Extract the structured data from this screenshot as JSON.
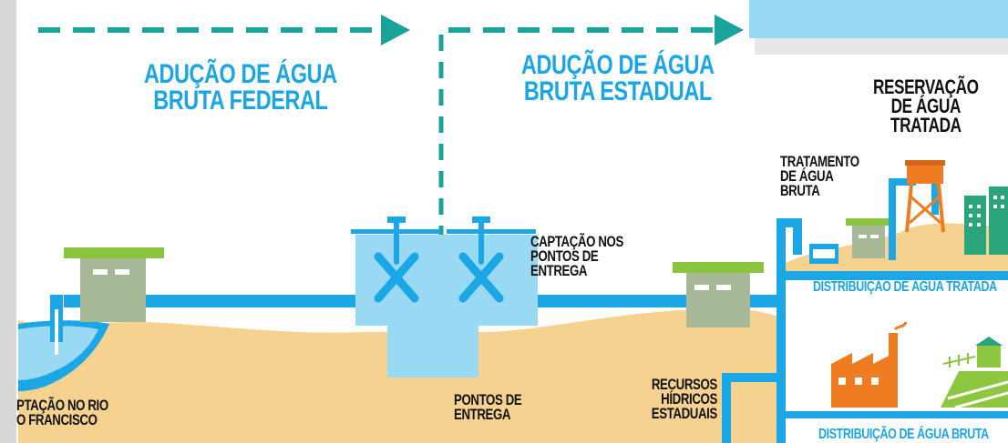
{
  "sections": {
    "federal": [
      "ADUÇÃO DE ÁGUA",
      "BRUTA FEDERAL"
    ],
    "estadual": [
      "ADUÇÃO DE ÁGUA",
      "BRUTA ESTADUAL"
    ],
    "reservacao": [
      "RESERVAÇÃO",
      "DE ÁGUA",
      "TRATADA"
    ]
  },
  "labels": {
    "tratamento": [
      "TRATAMENTO",
      "DE ÁGUA",
      "BRUTA"
    ],
    "captacao_pontos": [
      "CAPTAÇÃO NOS",
      "PONTOS DE",
      "ENTREGA"
    ],
    "distribuicao_tratada": "DISTRIBUIÇÃO DE ÁGUA TRATADA",
    "distribuicao_bruta": "DISTRIBUIÇÃO DE ÁGUA BRUTA",
    "recursos": [
      "RECURSOS",
      "HÍDRICOS",
      "ESTADUAIS"
    ],
    "pontos_entrega": [
      "PONTOS DE",
      "ENTREGA"
    ],
    "captacao_rio": [
      "PTAÇÃO NO RIO",
      "O FRANCISCO"
    ]
  },
  "colors": {
    "pipe": "#1ba6e5",
    "sand": "#f6d290",
    "arrow": "#1aa39a",
    "building": "#a7b896",
    "roof": "#8bc53f",
    "water": "#9ad9f3",
    "factory": "#f07c22",
    "field": "#8dc63f"
  },
  "icons": [
    "arrow-right-icon",
    "valve-icon",
    "building-icon",
    "water-tower-icon",
    "factory-icon",
    "farm-icon",
    "city-icon"
  ]
}
